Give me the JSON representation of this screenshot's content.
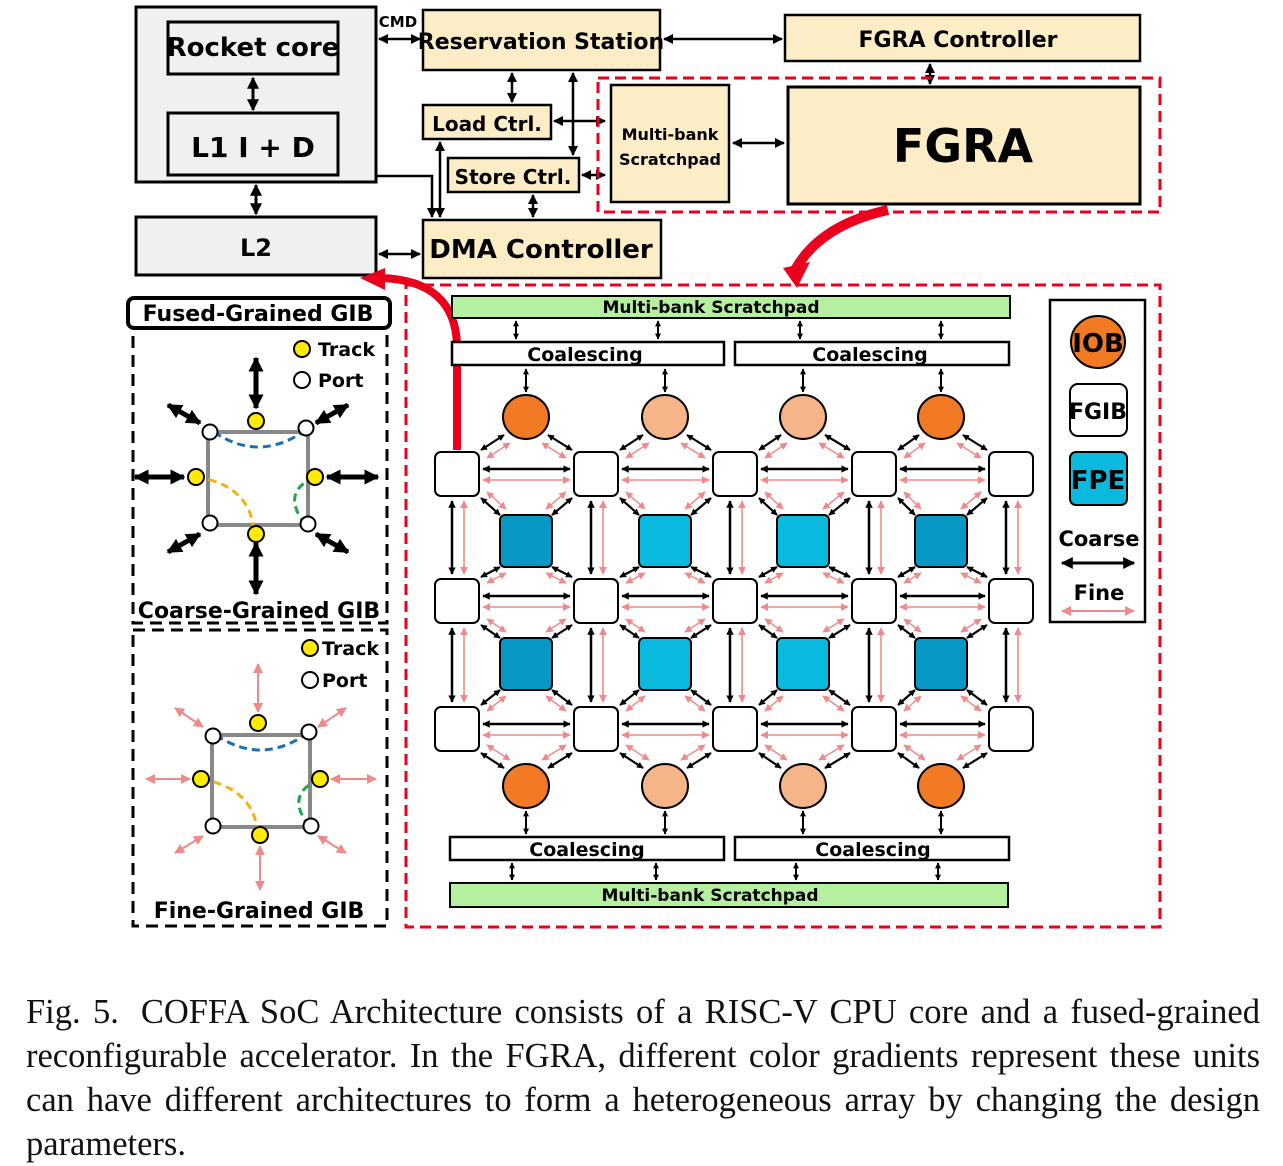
{
  "soc": {
    "rocket_core": "Rocket core",
    "l1": "L1 I + D",
    "l2": "L2",
    "cmd": "CMD",
    "reservation_station": "Reservation Station",
    "fgra_controller": "FGRA Controller",
    "load_ctrl": "Load Ctrl.",
    "store_ctrl": "Store Ctrl.",
    "dma_controller": "DMA Controller",
    "multibank_line1": "Multi-bank",
    "multibank_line2": "Scratchpad",
    "fgra": "FGRA"
  },
  "gib": {
    "fused_title": "Fused-Grained GIB",
    "coarse_label": "Coarse-Grained GIB",
    "fine_label": "Fine-Grained GIB",
    "track": "Track",
    "port": "Port"
  },
  "array": {
    "scratchpad_top": "Multi-bank  Scratchpad",
    "scratchpad_bottom": "Multi-bank  Scratchpad",
    "coalescing": [
      "Coalescing",
      "Coalescing",
      "Coalescing",
      "Coalescing"
    ]
  },
  "legend": {
    "iob": "IOB",
    "fgib": "FGIB",
    "fpe": "FPE",
    "coarse": "Coarse",
    "fine": "Fine"
  },
  "colors": {
    "soc_block": "#fdedc6",
    "cpu_block": "#f0f0f0",
    "scratchpad_green": "#b4f0a0",
    "iob_dark": "#f27a24",
    "iob_light": "#f6b489",
    "fpe_dark": "#0898c6",
    "fpe_light": "#0ab9de",
    "fine_link": "#f08a8a",
    "red_box": "#e8001c"
  },
  "caption": {
    "label": "Fig. 5.",
    "text": "COFFA SoC Architecture consists of a RISC-V CPU core and a fused-grained reconfigurable accelerator. In the FGRA, different color gradients represent these units can have different architectures to form a heterogeneous array by changing the design parameters."
  }
}
